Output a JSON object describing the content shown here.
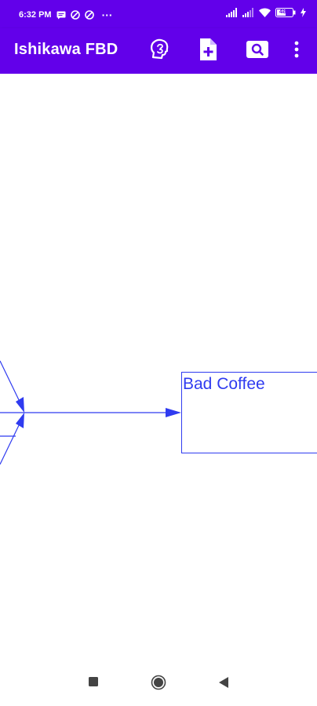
{
  "status_bar": {
    "time": "6:32 PM",
    "more": "···",
    "battery_level": "48",
    "icons": [
      "message-icon",
      "no-sync-icon",
      "no-sync-icon",
      "signal-icon",
      "signal-icon",
      "wifi-icon",
      "battery-icon",
      "charging-icon"
    ]
  },
  "app_bar": {
    "title": "Ishikawa FBD",
    "actions": [
      "brain-head-icon",
      "new-document-icon",
      "search-icon",
      "overflow-menu-icon"
    ]
  },
  "diagram": {
    "effect_label": "Bad Coffee",
    "line_color": "#2f3bf0"
  },
  "nav_bar": {
    "buttons": [
      "recents-button",
      "home-button",
      "back-button"
    ]
  },
  "colors": {
    "primary": "#6200ea",
    "diagram_blue": "#2f3bf0"
  }
}
